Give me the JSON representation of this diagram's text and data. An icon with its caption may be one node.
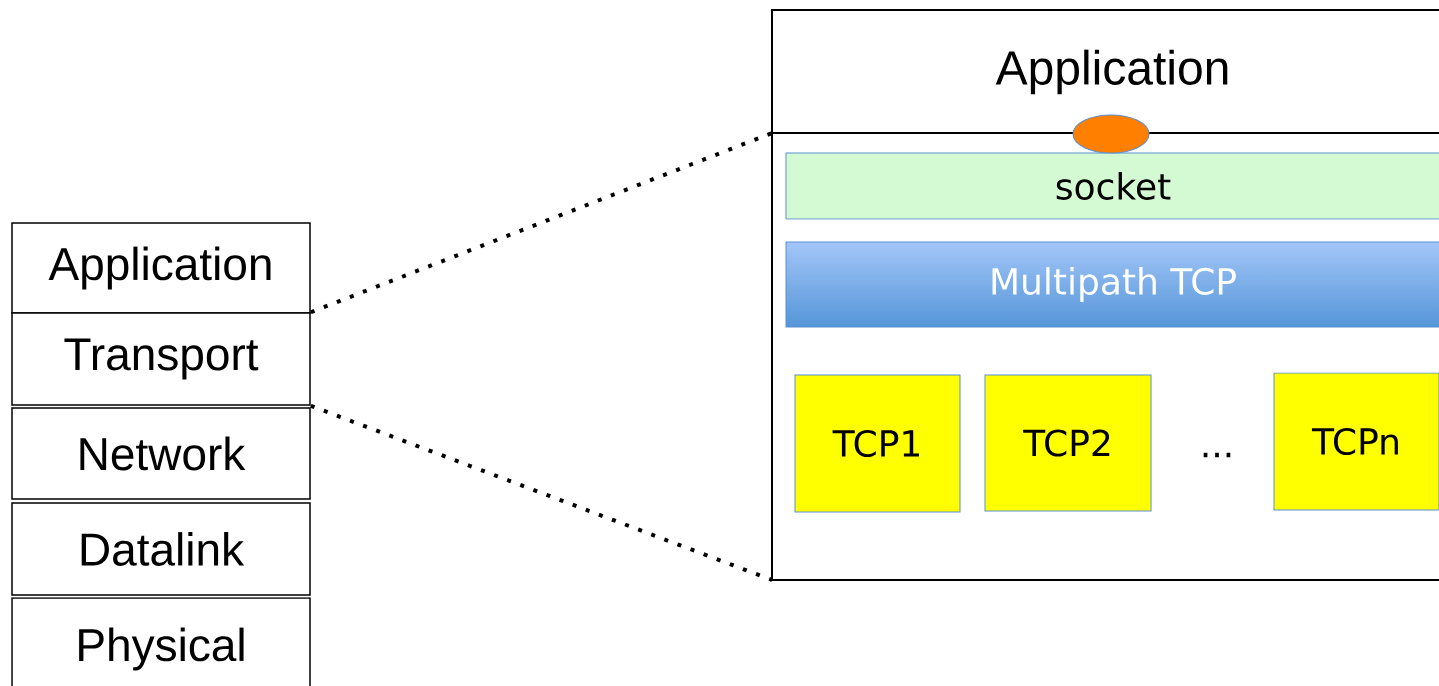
{
  "diagram": {
    "nodes": [
      {
        "text": [
          "Application"
        ]
      },
      {
        "text": [
          "Transport"
        ]
      },
      {
        "text": [
          "Network"
        ]
      },
      {
        "text": [
          "Datalink"
        ]
      },
      {
        "text": [
          "Physical"
        ]
      },
      {
        "text": [
          "Application"
        ]
      },
      {
        "text": [
          "socket"
        ],
        "in": 5
      },
      {
        "text": [
          "Multipath TCP"
        ],
        "in": 5
      },
      {
        "text": [
          "TCP1"
        ],
        "in": 5
      },
      {
        "text": [
          "TCP2"
        ],
        "in": 5
      },
      {
        "text": [
          "TCPn"
        ],
        "in": 5
      },
      {
        "text": [],
        "shape": "circle",
        "in": 5
      }
    ],
    "edges": [
      {
        "from": 1,
        "to": 5,
        "arrow": "none",
        "style": "dashed"
      },
      {
        "from": 1,
        "to": 5,
        "arrow": "none",
        "style": "dashed"
      }
    ],
    "labels": [
      "..."
    ]
  }
}
